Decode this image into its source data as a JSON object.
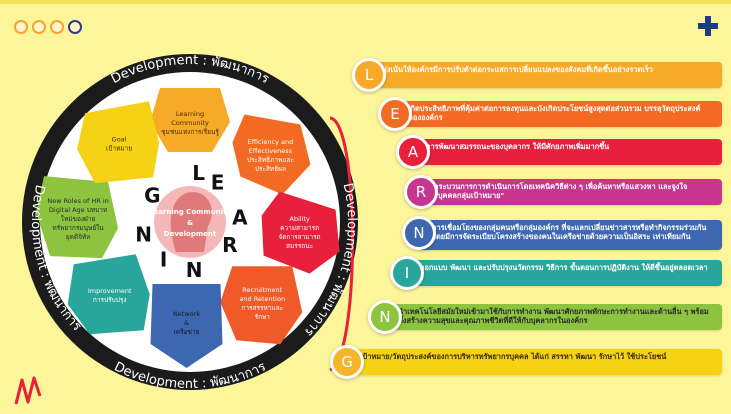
{
  "wheel": {
    "ring_top": "Development : พัฒนาการ",
    "ring_left": "Development : พัฒนาการ",
    "ring_right": "Development : พัฒนาการ",
    "ring_bottom": "Development : พัฒนาการ",
    "center_text": [
      "Learning Community",
      "&",
      "Development"
    ],
    "letters": [
      "L",
      "E",
      "A",
      "R",
      "N",
      "I",
      "N",
      "G"
    ],
    "segments": [
      {
        "lines": [
          "Learning",
          "Community",
          "ชุมชนแห่งการเรียนรู้"
        ],
        "color": "#f7a928",
        "text_color": "#4a2d00"
      },
      {
        "lines": [
          "Efficiency and",
          "Effectiveness",
          "ประสิทธิภาพและ",
          "ประสิทธิผล"
        ],
        "color": "#f36a22",
        "text_color": "#ffffff"
      },
      {
        "lines": [
          "Ability",
          "ความสามารถ",
          "จัดการสามารถ",
          "สมรรถนะ"
        ],
        "color": "#e8203c",
        "text_color": "#ffffff"
      },
      {
        "lines": [
          "Recruitment",
          "and Retention",
          "การสรรหาและ",
          "รักษา"
        ],
        "color": "#f05a28",
        "text_color": "#ffffff"
      },
      {
        "lines": [
          "Network",
          "&",
          "เครือข่าย"
        ],
        "color": "#3e67b2",
        "text_color": "#1a1a1a"
      },
      {
        "lines": [
          "Improvement",
          "การปรับปรุง"
        ],
        "color": "#28a69b",
        "text_color": "#ffffff"
      },
      {
        "lines": [
          "New Roles of HR in",
          "Digital Age  บทบาท",
          "ใหม่ของฝ่าย",
          "ทรัพยากรมนุษย์ใน",
          "ยุคดิจิทัล"
        ],
        "color": "#8cc43f",
        "text_color": "#2a2a2a"
      },
      {
        "lines": [
          "Goal",
          "เป้าหมาย"
        ],
        "color": "#f5d216",
        "text_color": "#3a2d00"
      }
    ]
  },
  "rows": [
    {
      "letter": "L",
      "text": "มุ่งเน้นให้องค์กรมีการปรับตัวต่อกระแสการเปลี่ยนแปลงของสังคมที่เกิดขึ้นอย่างรวดเร็ว",
      "bar_color": "#f7a928",
      "badge_color": "#f7a928",
      "text_color": "#ffffff"
    },
    {
      "letter": "E",
      "text": "เกิดประสิทธิภาพที่คุ้มค่าต่อการลงทุนและบังเกิดประโยชน์สูงสุดต่อส่วนรวม บรรลุวัตถุประสงค์ขององค์กร",
      "bar_color": "#f36a22",
      "badge_color": "#f36a22",
      "text_color": "#ffffff"
    },
    {
      "letter": "A",
      "text": "การพัฒนาสมรรถนะของบุคลากร ให้มีศักยภาพเพิ่มมากขึ้น",
      "bar_color": "#e8203c",
      "badge_color": "#e8203c",
      "text_color": "#ffffff"
    },
    {
      "letter": "R",
      "text": "กระบวนการการดำเนินการโดยเทคนิควิธีต่าง ๆ เพื่อค้นหาหรือแสวงหา และจูงใจ \"บุคคลกลุ่มเป้าหมาย\"",
      "bar_color": "#c8358f",
      "badge_color": "#c8358f",
      "text_color": "#ffffff"
    },
    {
      "letter": "N",
      "text": "การเชื่อมโยงของกลุ่มคนหรือกลุ่มองค์กร ที่จะแลกเปลี่ยนข่าวสารหรือทำกิจกรรมร่วมกัน โดยมีการจัดระเบียบโครงสร้างของคนในเครือข่ายด้วยความเป็นอิสระ เท่าเทียมกัน",
      "bar_color": "#3e67b2",
      "badge_color": "#3e67b2",
      "text_color": "#ffffff"
    },
    {
      "letter": "I",
      "text": "ออกแบบ พัฒนา และปรับปรุงนวัตกรรม วิธีการ ขั้นตอนการปฏิบัติงาน ให้ดีขึ้นอยู่ตลอดเวลา",
      "bar_color": "#28a69b",
      "badge_color": "#28a69b",
      "text_color": "#ffffff"
    },
    {
      "letter": "N",
      "text": "นำเทคโนโลยีสมัยใหม่เข้ามาใช้กับการทำงาน พัฒนาศักยภาพทักษะการทำงานและด้านอื่น ๆ พร้อมทั้งสร้างความสุขและคุณภาพชีวิตที่ดีให้กับบุคลากรในองค์กร",
      "bar_color": "#8cc43f",
      "badge_color": "#8cc43f",
      "text_color": "#2a2a2a"
    },
    {
      "letter": "G",
      "text": "เป้าหมาย/วัตถุประสงค์ของการบริหารทรัพยากรบุคคล ได้แก่ สรรหา พัฒนา รักษาไว้ ใช้ประโยชน์",
      "bar_color": "#f5d216",
      "badge_color": "#f7b52a",
      "text_color": "#3a2d00"
    }
  ],
  "colors": {
    "background": "#fdf59a",
    "accent_blue": "#1f3a86",
    "connector": "#e8203c"
  }
}
